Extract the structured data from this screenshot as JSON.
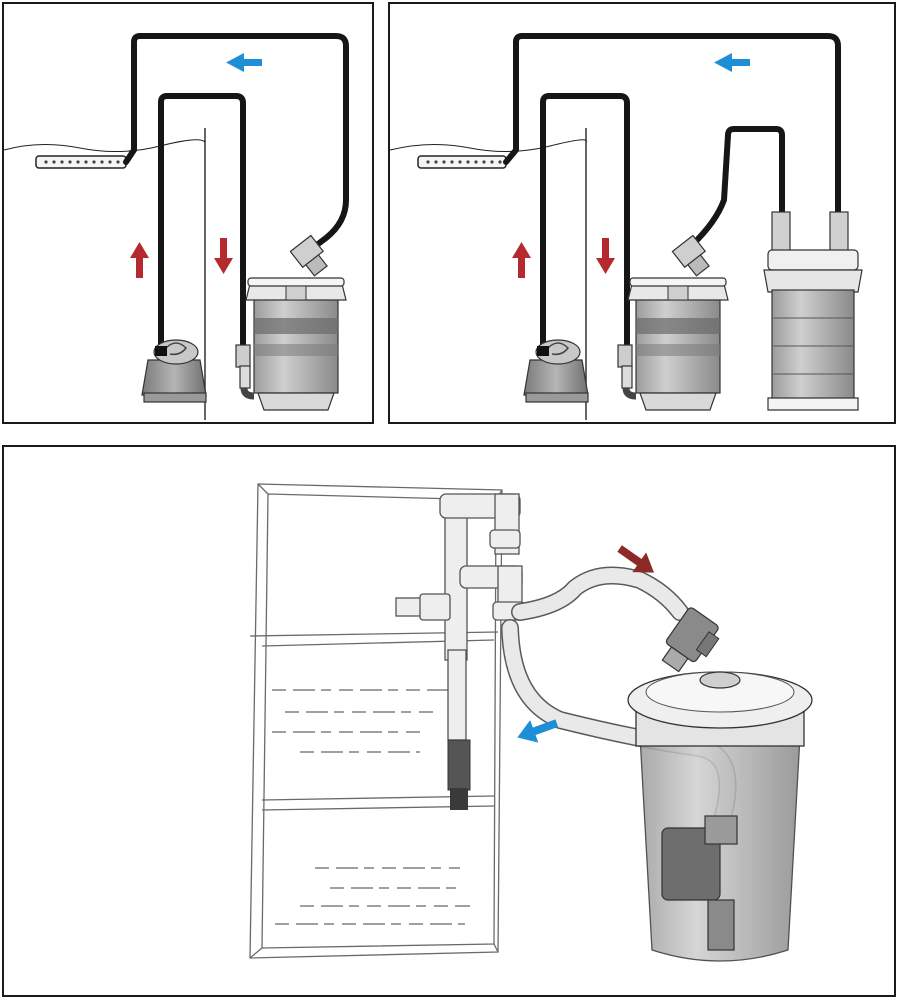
{
  "figure": {
    "panels": [
      {
        "id": "top-left",
        "description_visible_text": ""
      },
      {
        "id": "top-right",
        "description_visible_text": ""
      },
      {
        "id": "bottom",
        "description_visible_text": ""
      }
    ],
    "arrow_colors": {
      "up_flow": "#b42a2e",
      "down_flow": "#b42a2e",
      "return_flow": "#1e8fd6",
      "inflow_bottom": "#8b2a26"
    },
    "icons": [
      "spray-bar-icon",
      "powerhead-pump-icon",
      "canister-filter-icon",
      "flow-arrow-icon"
    ]
  }
}
